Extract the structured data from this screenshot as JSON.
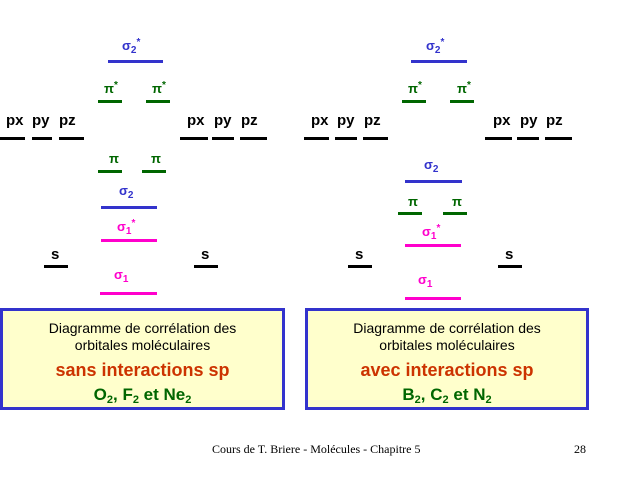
{
  "colors": {
    "black": "#000000",
    "sigma": "#3333cc",
    "pi": "#006600",
    "sigma_s": "#ff00cc",
    "box_bg": "#ffffcc",
    "box_border": "#3333cc",
    "title_red": "#cc3300",
    "formula_green": "#006600"
  },
  "diagrams": [
    {
      "labels": {
        "px": "px",
        "py": "py",
        "pz": "pz",
        "s": "s",
        "sigma2s": "σ 2 *",
        "pis": "π*",
        "pi": "π",
        "sigma2": "σ 2",
        "sigma1s": "σ 1 *",
        "sigma1": "σ 1"
      },
      "box": {
        "line1": "Diagramme de corrélation des",
        "line2": "orbitales moléculaires",
        "line3": "sans interactions sp",
        "formula": {
          "a": "O",
          "a_sub": "2",
          "b": "F",
          "b_sub": "2",
          "c": "Ne",
          "c_sub": "2",
          "sep1": ", ",
          "sep2": " et "
        }
      }
    },
    {
      "labels": {
        "px": "px",
        "py": "py",
        "pz": "pz",
        "s": "s",
        "sigma2s": "σ 2 *",
        "pis": "π*",
        "pi": "π",
        "sigma2": "σ 2",
        "sigma1s": "σ 1 *",
        "sigma1": "σ 1"
      },
      "box": {
        "line1": "Diagramme de corrélation des",
        "line2": "orbitales moléculaires",
        "line3": "avec interactions sp",
        "formula": {
          "a": "B",
          "a_sub": "2",
          "b": "C",
          "b_sub": "2",
          "c": "N",
          "c_sub": "2",
          "sep1": ", ",
          "sep2": " et "
        }
      }
    }
  ],
  "footer": {
    "course": "Cours de T. Briere - Molécules - Chapitre 5",
    "page": "28"
  }
}
